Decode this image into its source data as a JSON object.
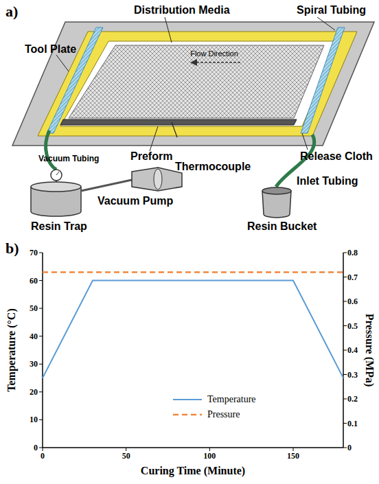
{
  "diagram": {
    "labels": [
      "a)",
      "Distribution Media",
      "Spiral Tubing",
      "Tool Plate",
      "Flow Direction",
      "Release Cloth",
      "Vacuum Tubing",
      "Preform",
      "Thermocouple",
      "Inlet Tubing",
      "Vacuum Pump",
      "Resin Trap",
      "Resin Bucket",
      "b)",
      "0",
      "10",
      "20",
      "30",
      "40",
      "50",
      "60",
      "70",
      "0",
      "0.1",
      "0.2",
      "0.3",
      "0.4",
      "0.5",
      "0.6",
      "0.7",
      "0.8",
      "0",
      "50",
      "100",
      "150",
      "Temperature (°C)",
      "Pressure (MPa)",
      "Curing Time (Minute)"
    ],
    "legend": [
      {
        "text": "Temperature"
      },
      {
        "text": "Pressure"
      }
    ]
  }
}
